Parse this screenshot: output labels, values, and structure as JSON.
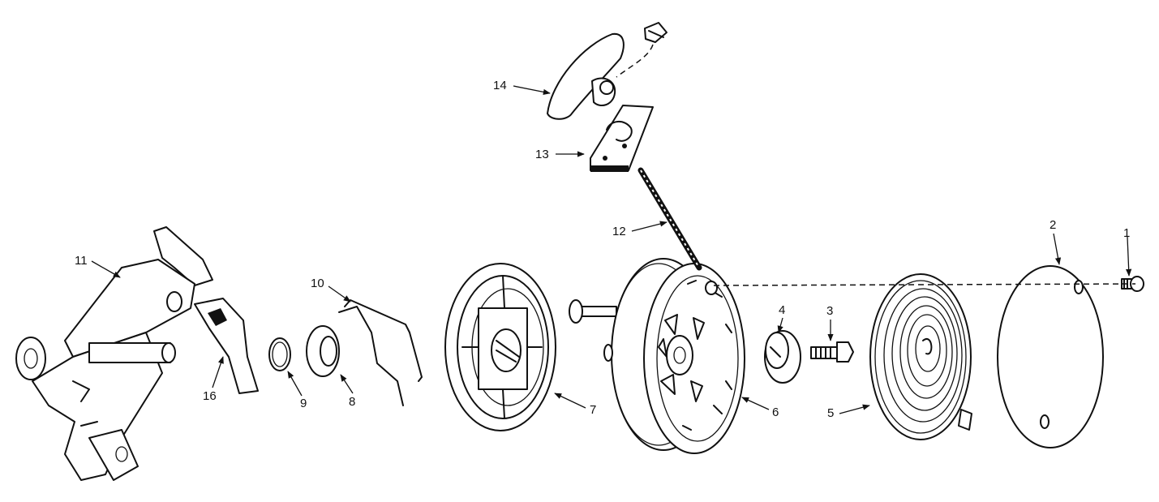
{
  "callouts": {
    "p1": "1",
    "p2": "2",
    "p3": "3",
    "p4": "4",
    "p5": "5",
    "p6": "6",
    "p7": "7",
    "p8": "8",
    "p9": "9",
    "p10": "10",
    "p11": "11",
    "p12": "12",
    "p13": "13",
    "p14": "14",
    "p16": "16"
  }
}
